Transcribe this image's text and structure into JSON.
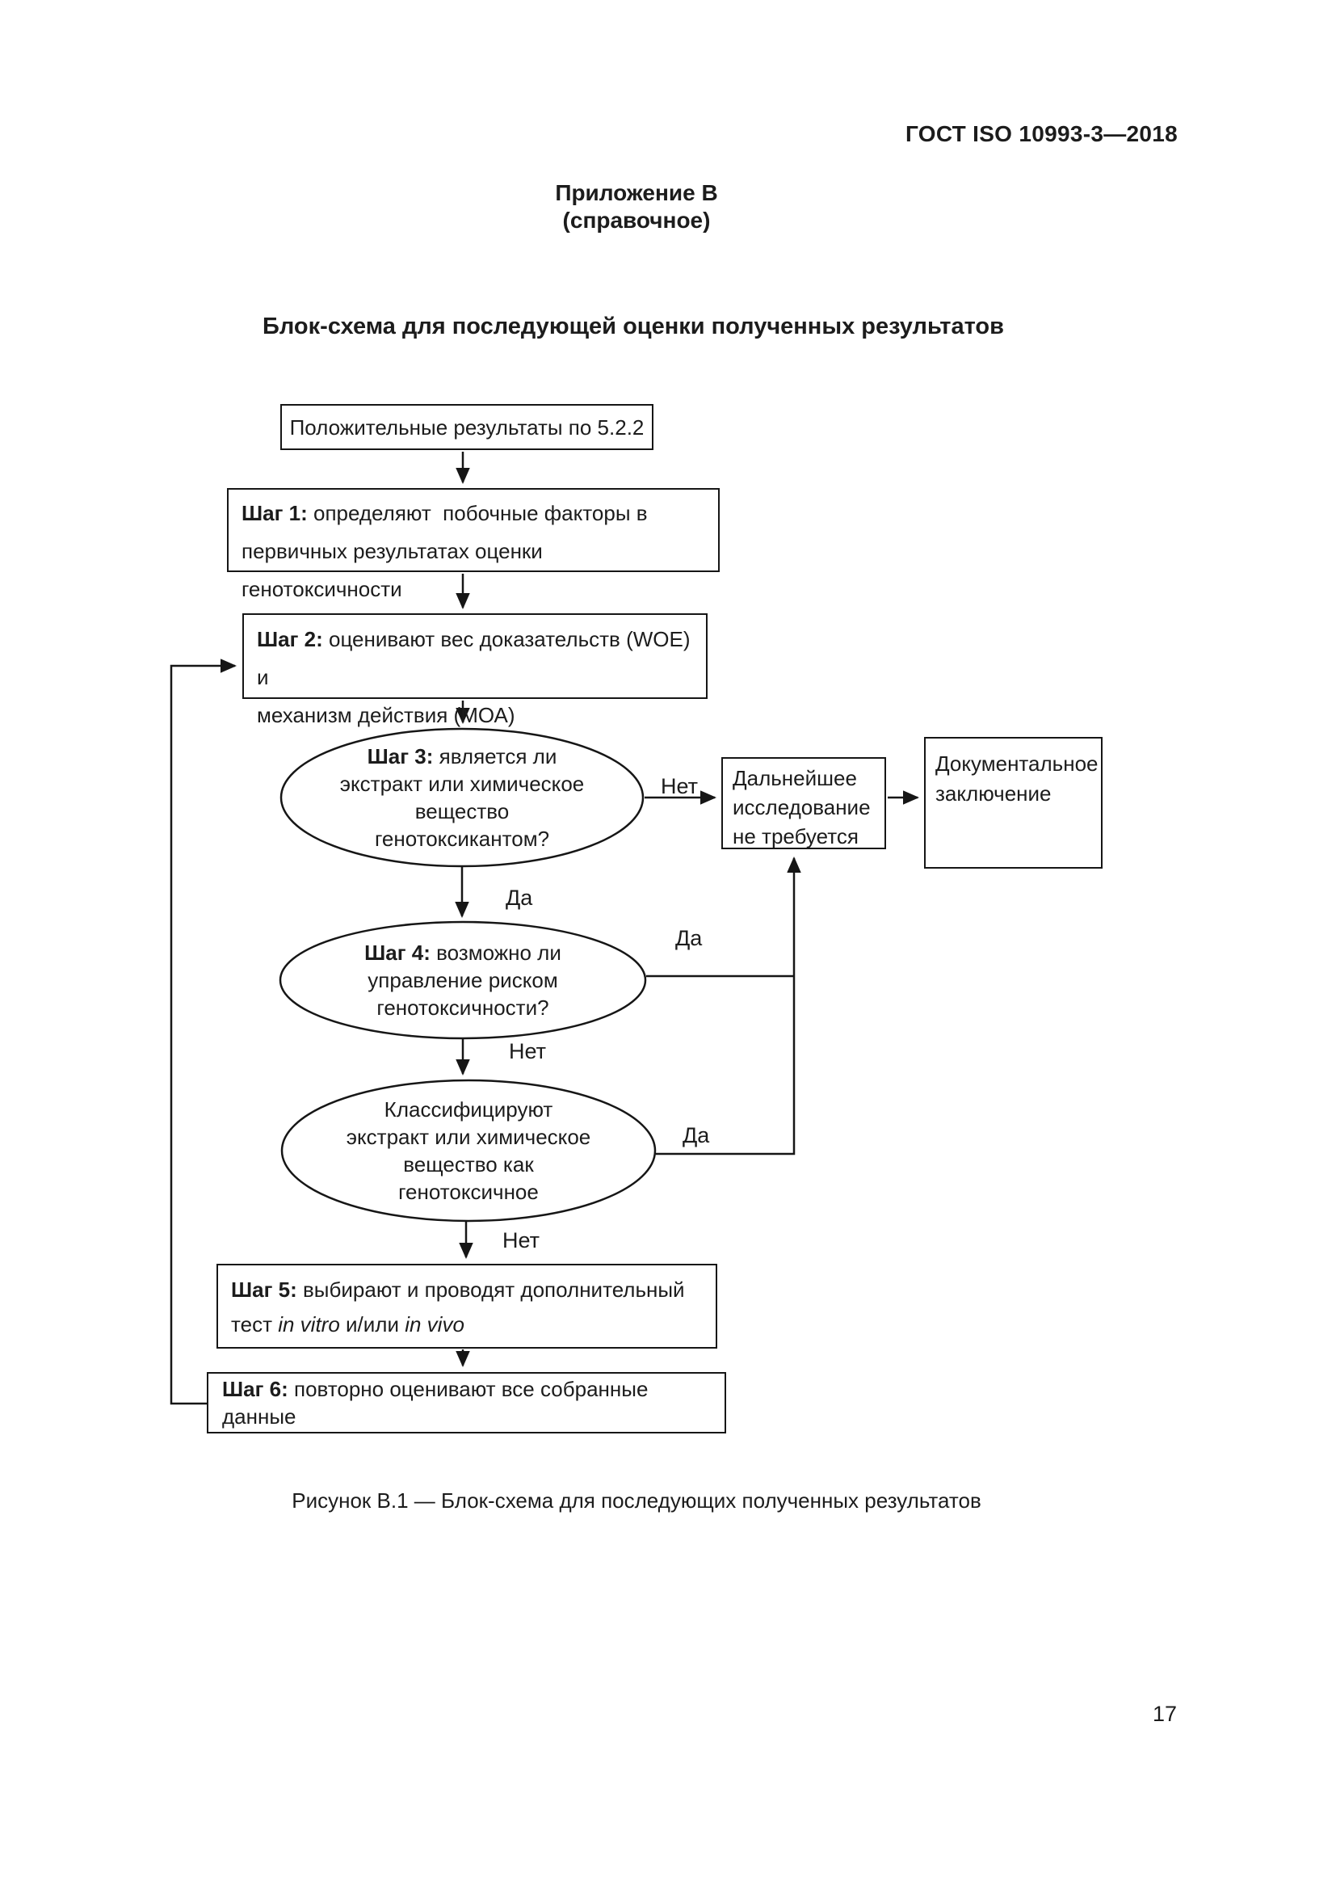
{
  "page": {
    "header": "ГОСТ ISO 10993-3—2018",
    "appendix_title": "Приложение В",
    "appendix_subtitle": "(справочное)",
    "figure_title": "Блок-схема для последующей оценки полученных результатов",
    "caption": "Рисунок В.1 — Блок-схема для последующих полученных результатов",
    "page_number": "17"
  },
  "flowchart": {
    "start": "Положительные результаты по 5.2.2",
    "step1": {
      "prefix": "Шаг 1:",
      "line1": " определяют  побочные факторы в",
      "line2": "первичных результатах оценки генотоксичности"
    },
    "step2": {
      "prefix": "Шаг 2:",
      "line1": " оценивают вес доказательств (WOE) и",
      "line2": "механизм действия (МОА)"
    },
    "step3": {
      "prefix": "Шаг 3:",
      "l1": " является ли",
      "l2": "экстракт или химическое",
      "l3": "вещество",
      "l4": "генотоксикантом?"
    },
    "step4": {
      "prefix": "Шаг 4:",
      "l1": " возможно ли",
      "l2": "управление риском",
      "l3": "генотоксичности?"
    },
    "classify": {
      "l1": "Классифицируют",
      "l2": "экстракт или химическое",
      "l3": "вещество как",
      "l4": "генотоксичное"
    },
    "step5": {
      "prefix": "Шаг 5:",
      "line1": " выбирают и проводят дополнительный",
      "line2a": "тест ",
      "line2b": "in vitro",
      "line2c": " и/или ",
      "line2d": "in vivo"
    },
    "step6": {
      "prefix": "Шаг 6:",
      "line1": " повторно оценивают все собранные данные"
    },
    "further_box": "Дальнейшее исследование не требуется",
    "doc_box": "Документальное заключение",
    "labels": {
      "no1": "Нет",
      "yes1": "Да",
      "yes2": "Да",
      "no2": "Нет",
      "yes3": "Да",
      "no3": "Нет"
    }
  }
}
